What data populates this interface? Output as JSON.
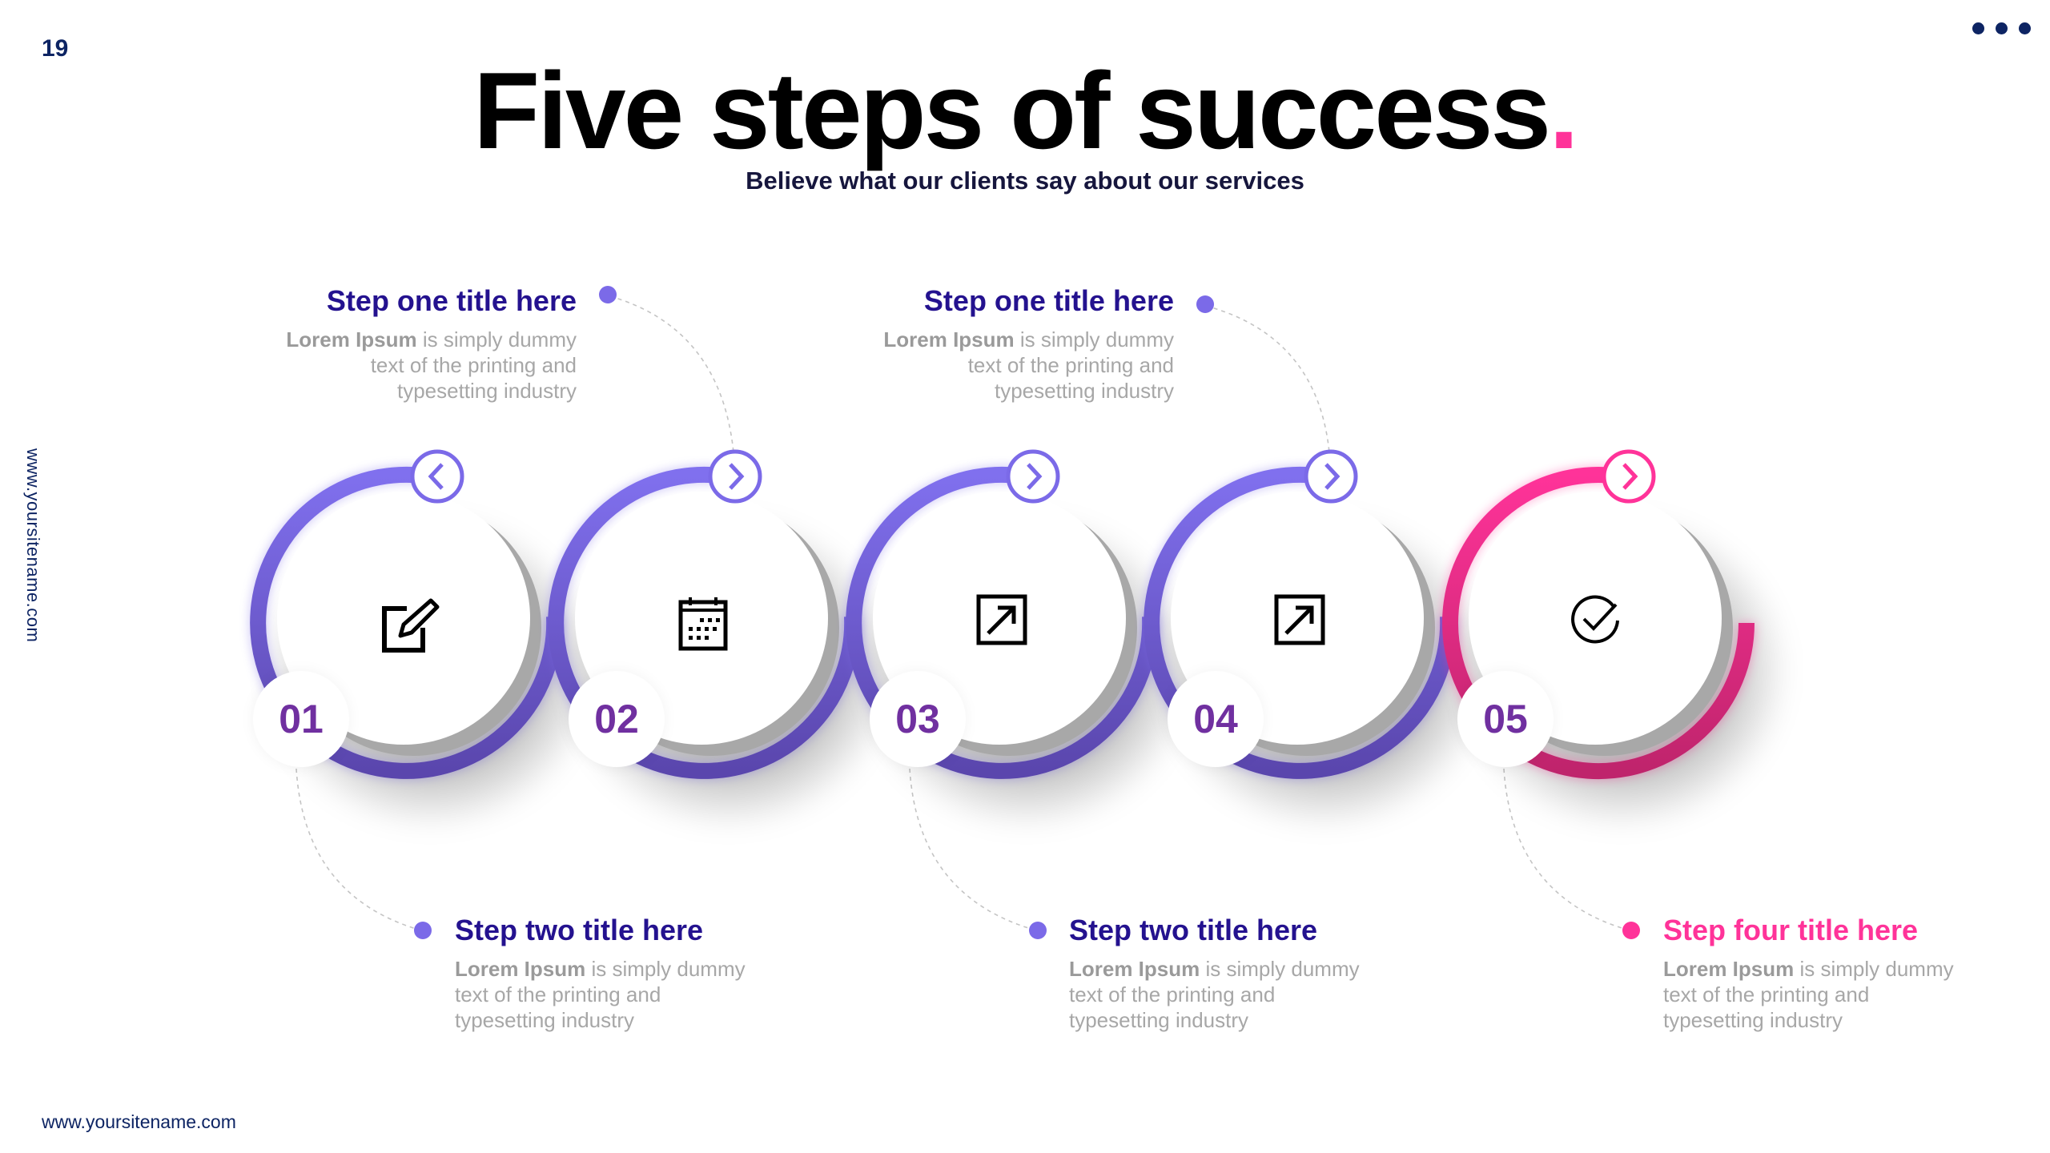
{
  "page": {
    "number": "19",
    "menu_icon": "more-horizontal-icon",
    "title": "Five steps of success",
    "title_accent": ".",
    "subtitle": "Believe what our clients say about our services",
    "side_url": "www.yoursitename.com",
    "footer_url": "www.yoursitename.com"
  },
  "colors": {
    "purple": "#7b6ae8",
    "purple_dark": "#5b48b0",
    "pink": "#ff3399",
    "pink_dark": "#c0256f",
    "title_navy": "#24128f",
    "number": "#7030a0",
    "body_gray": "#a7a7a7",
    "page_navy": "#0d2463"
  },
  "steps": [
    {
      "number": "01",
      "icon": "edit-icon",
      "arrow": "chevron-left-icon",
      "color": "purple"
    },
    {
      "number": "02",
      "icon": "calendar-icon",
      "arrow": "chevron-right-icon",
      "color": "purple"
    },
    {
      "number": "03",
      "icon": "external-link-icon",
      "arrow": "chevron-right-icon",
      "color": "purple"
    },
    {
      "number": "04",
      "icon": "external-link-icon",
      "arrow": "chevron-right-icon",
      "color": "purple"
    },
    {
      "number": "05",
      "icon": "check-circle-icon",
      "arrow": "chevron-right-icon",
      "color": "pink"
    }
  ],
  "callouts_top": [
    {
      "title": "Step one title here",
      "body_bold": "Lorem Ipsum",
      "body_line1": " is simply dummy",
      "body_line2": "text of the printing and",
      "body_line3": "typesetting industry"
    },
    {
      "title": "Step one title here",
      "body_bold": "Lorem Ipsum",
      "body_line1": " is simply dummy",
      "body_line2": "text of the printing and",
      "body_line3": "typesetting industry"
    }
  ],
  "callouts_bottom": [
    {
      "title": "Step two title here",
      "body_bold": "Lorem Ipsum",
      "body_line1": " is simply dummy",
      "body_line2": "text of the printing and",
      "body_line3": "typesetting industry"
    },
    {
      "title": "Step two title here",
      "body_bold": "Lorem Ipsum",
      "body_line1": " is simply dummy",
      "body_line2": "text of the printing and",
      "body_line3": "typesetting industry"
    },
    {
      "title": "Step four title here",
      "body_bold": "Lorem Ipsum",
      "body_line1": " is simply dummy",
      "body_line2": "text of the printing and",
      "body_line3": "typesetting industry"
    }
  ]
}
